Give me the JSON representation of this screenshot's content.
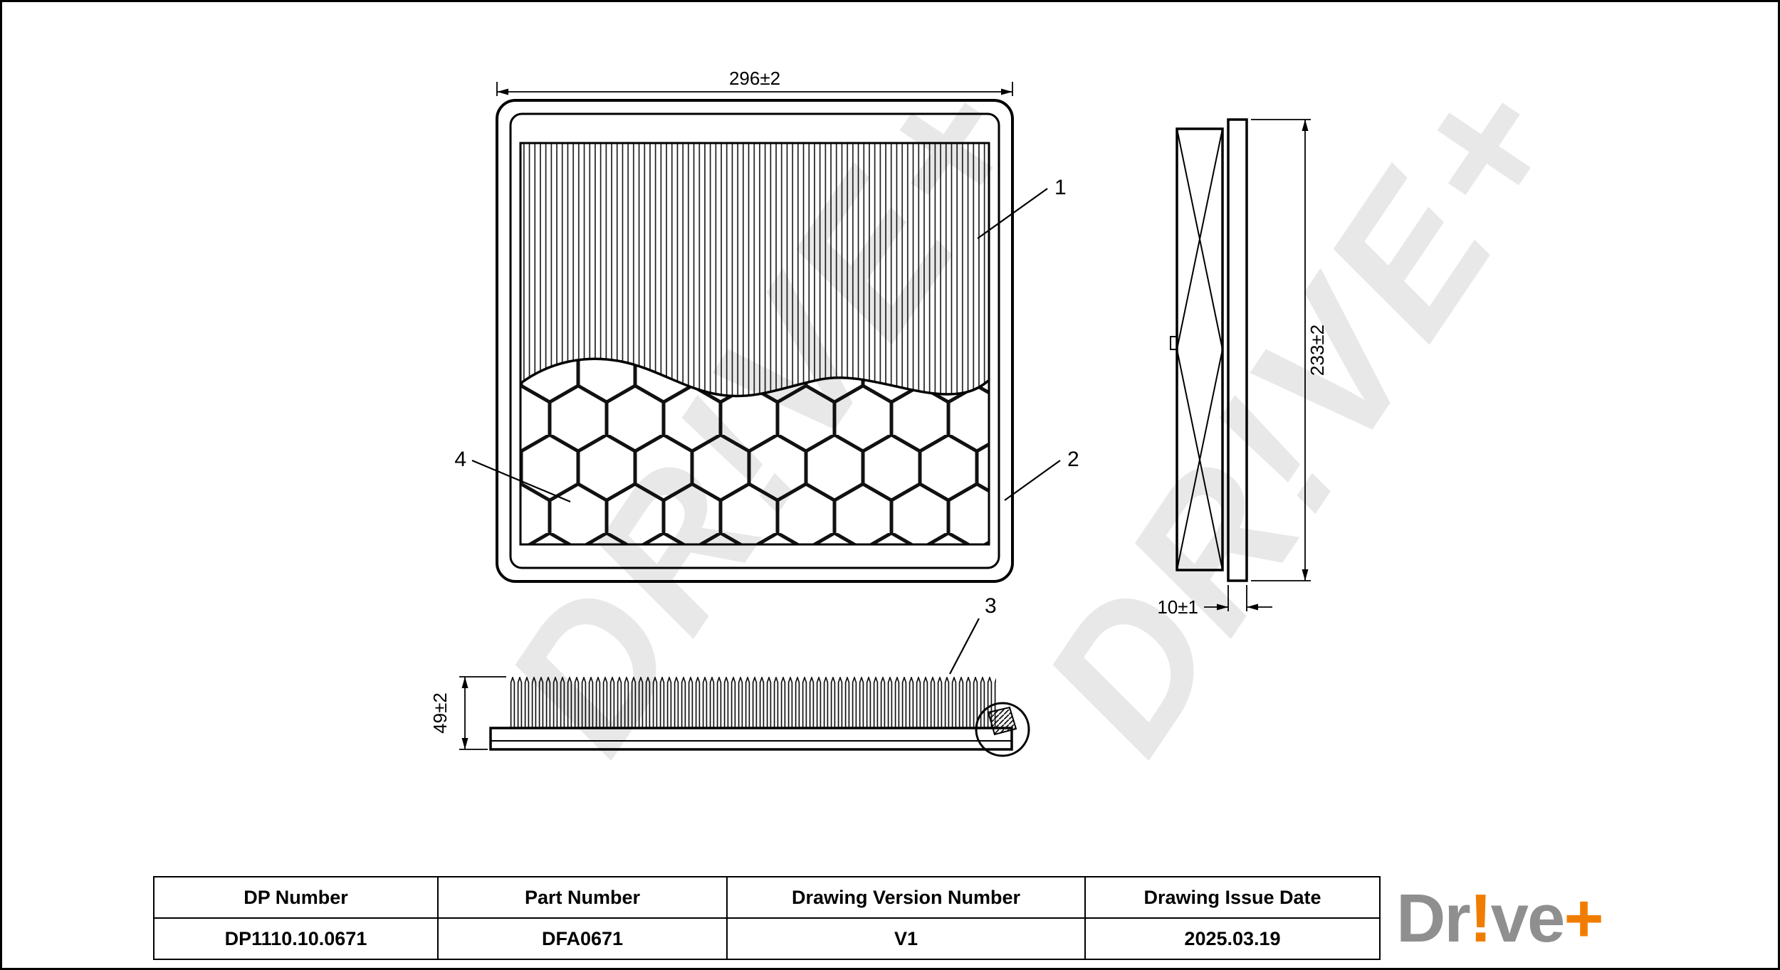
{
  "watermark": {
    "text": "DR!VE+"
  },
  "front_view": {
    "width_dim": "296±2",
    "callout_pleats": "1",
    "callout_frame": "2",
    "callout_mesh": "4"
  },
  "side_view": {
    "height_dim": "233±2",
    "thickness_dim": "10±1"
  },
  "bottom_view": {
    "height_dim": "49±2",
    "callout_pleat_tips": "3"
  },
  "table": {
    "headers": [
      "DP Number",
      "Part Number",
      "Drawing Version Number",
      "Drawing Issue Date"
    ],
    "values": [
      "DP1110.10.0671",
      "DFA0671",
      "V1",
      "2025.03.19"
    ]
  },
  "logo": {
    "dr": "Dr",
    "bang": "!",
    "ve": "ve",
    "plus": "+"
  },
  "colors": {
    "line": "#000000",
    "logo_gray": "#8f8f8f",
    "logo_orange": "#f07d00"
  }
}
